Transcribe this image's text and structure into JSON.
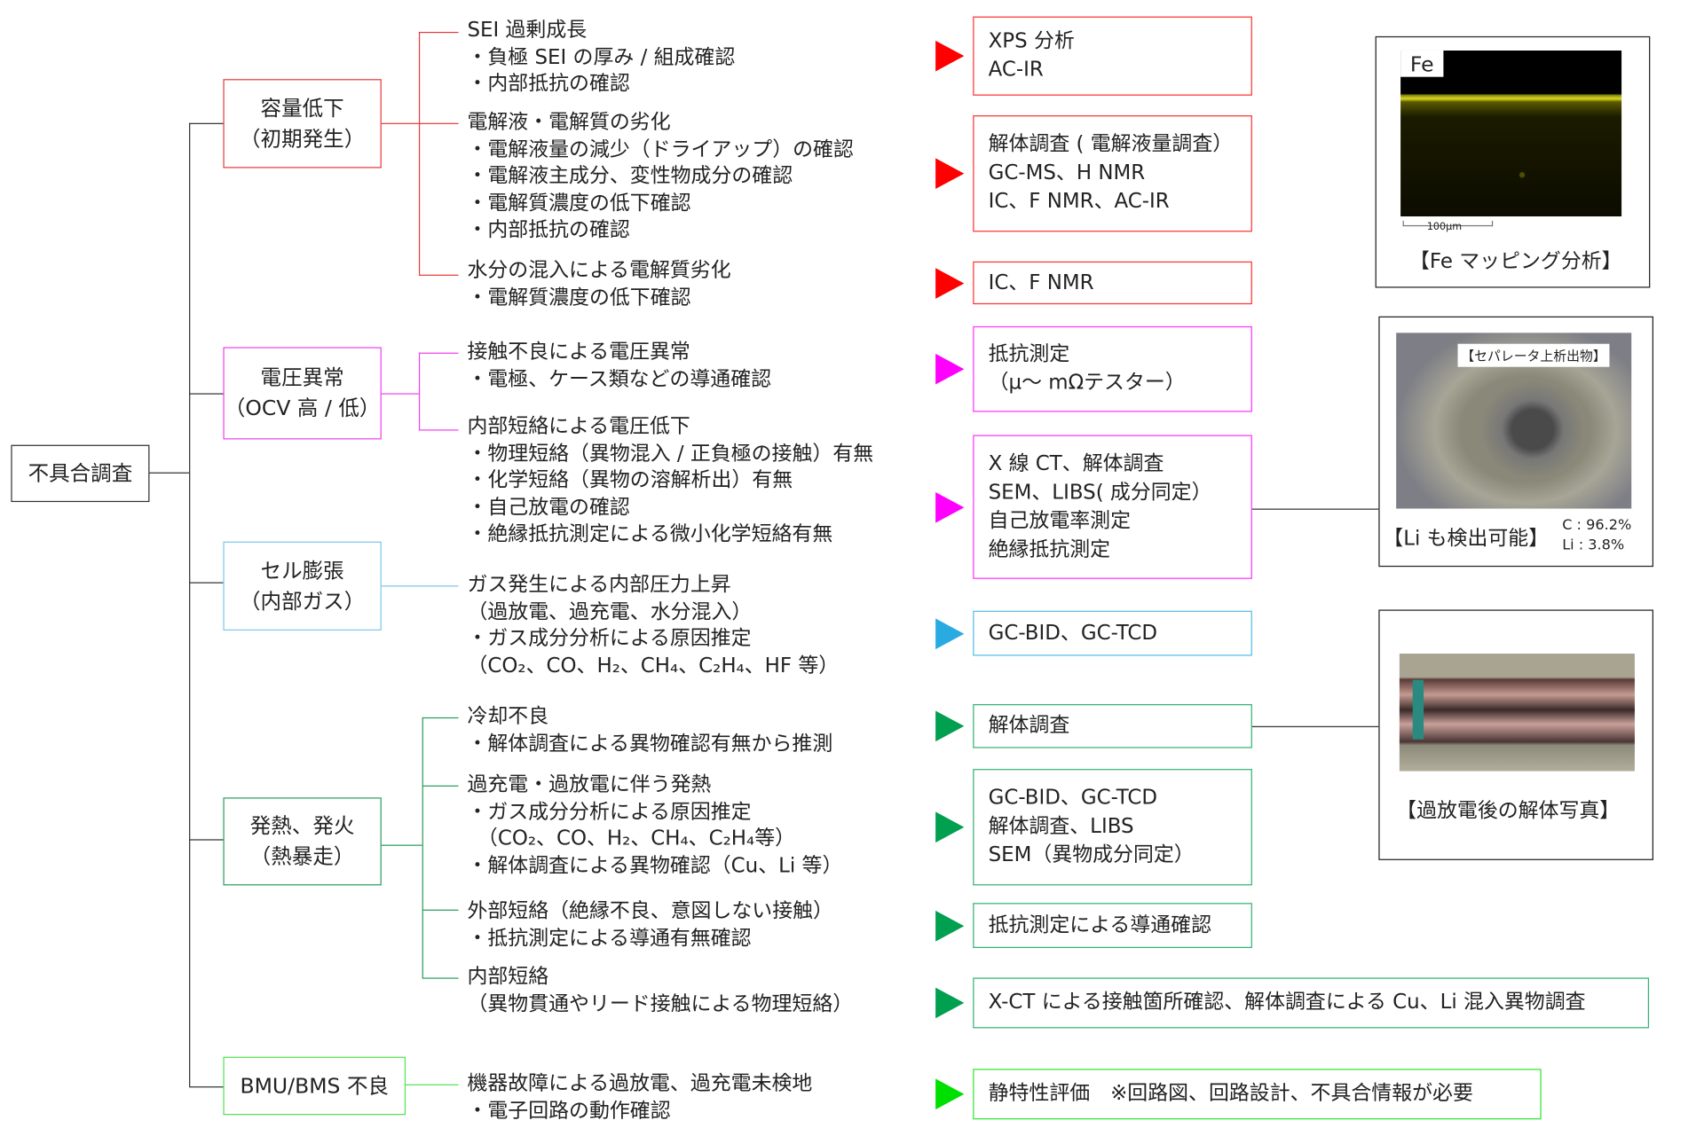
{
  "root": {
    "label": "不具合調査"
  },
  "colors": {
    "red": "#ff0000",
    "magenta": "#ff00ff",
    "blue": "#29abe2",
    "green": "#00a050",
    "lime": "#00e000",
    "trunk": "#333333"
  },
  "categories": [
    {
      "lines": [
        "容量低下",
        "（初期発生）"
      ],
      "color": "#e83c3c"
    },
    {
      "lines": [
        "電圧異常",
        "（OCV 高 / 低）"
      ],
      "color": "#ee44ee"
    },
    {
      "lines": [
        "セル膨張",
        "（内部ガス）"
      ],
      "color": "#7ec8ea"
    },
    {
      "lines": [
        "発熱、発火",
        "（熱暴走）"
      ],
      "color": "#2e9e5e"
    },
    {
      "lines": [
        "BMU/BMS 不良"
      ],
      "color": "#55e055"
    }
  ],
  "causes": [
    {
      "lines": [
        "SEI 過剰成長",
        "・負極 SEI の厚み / 組成確認",
        "・内部抵抗の確認"
      ]
    },
    {
      "lines": [
        "電解液・電解質の劣化",
        "・電解液量の減少（ドライアップ）の確認",
        "・電解液主成分、変性物成分の確認",
        "・電解質濃度の低下確認",
        "・内部抵抗の確認"
      ]
    },
    {
      "lines": [
        "水分の混入による電解質劣化",
        "・電解質濃度の低下確認"
      ]
    },
    {
      "lines": [
        "接触不良による電圧異常",
        "・電極、ケース類などの導通確認"
      ]
    },
    {
      "lines": [
        "内部短絡による電圧低下",
        "・物理短絡（異物混入 / 正負極の接触）有無",
        "・化学短絡（異物の溶解析出）有無",
        "・自己放電の確認",
        "・絶縁抵抗測定による微小化学短絡有無"
      ]
    },
    {
      "lines": [
        "ガス発生による内部圧力上昇",
        "（過放電、過充電、水分混入）",
        "・ガス成分分析による原因推定",
        "（CO₂、CO、H₂、CH₄、C₂H₄、HF 等）"
      ]
    },
    {
      "lines": [
        "冷却不良",
        "・解体調査による異物確認有無から推測"
      ]
    },
    {
      "lines": [
        "過充電・過放電に伴う発熱",
        "・ガス成分分析による原因推定",
        "　（CO₂、CO、H₂、CH₄、C₂H₄等）",
        "・解体調査による異物確認（Cu、Li 等）"
      ]
    },
    {
      "lines": [
        "外部短絡（絶縁不良、意図しない接触）",
        "・抵抗測定による導通有無確認"
      ]
    },
    {
      "lines": [
        "内部短絡",
        "（異物貫通やリード接触による物理短絡）"
      ]
    },
    {
      "lines": [
        "機器故障による過放電、過充電未検地",
        "・電子回路の動作確認"
      ]
    }
  ],
  "methods": [
    {
      "lines": [
        "XPS 分析",
        "AC-IR"
      ],
      "color": "#ff0000"
    },
    {
      "lines": [
        "解体調査 ( 電解液量調査）",
        "GC-MS、H NMR",
        "IC、F NMR、AC-IR"
      ],
      "color": "#ff0000"
    },
    {
      "lines": [
        "IC、F NMR"
      ],
      "color": "#ff0000"
    },
    {
      "lines": [
        "抵抗測定",
        "（µ～ mΩテスター）"
      ],
      "color": "#ff00ff"
    },
    {
      "lines": [
        "X 線 CT、解体調査",
        "SEM、LIBS( 成分同定）",
        "自己放電率測定",
        "絶縁抵抗測定"
      ],
      "color": "#ff00ff"
    },
    {
      "lines": [
        "GC-BID、GC-TCD"
      ],
      "color": "#29abe2"
    },
    {
      "lines": [
        "解体調査"
      ],
      "color": "#00a050"
    },
    {
      "lines": [
        "GC-BID、GC-TCD",
        "解体調査、LIBS",
        "SEM（異物成分同定）"
      ],
      "color": "#00a050"
    },
    {
      "lines": [
        "抵抗測定による導通確認"
      ],
      "color": "#00a050"
    },
    {
      "lines": [
        "X-CT による接触箇所確認、解体調査による Cu、Li 混入異物調査"
      ],
      "color": "#00a050"
    },
    {
      "lines": [
        "静特性評価　※回路図、回路設計、不具合情報が必要"
      ],
      "color": "#00e000"
    }
  ],
  "panels": {
    "fe_map": {
      "element_label": "Fe",
      "scale_label": "100µm",
      "caption": "【Fe マッピング分析】"
    },
    "li_photo": {
      "photo_label": "【セパレータ上析出物】",
      "caption": "【Li も検出可能】",
      "composition": [
        "C : 96.2%",
        "Li : 3.8%"
      ]
    },
    "disassembly": {
      "caption": "【過放電後の解体写真】"
    }
  }
}
